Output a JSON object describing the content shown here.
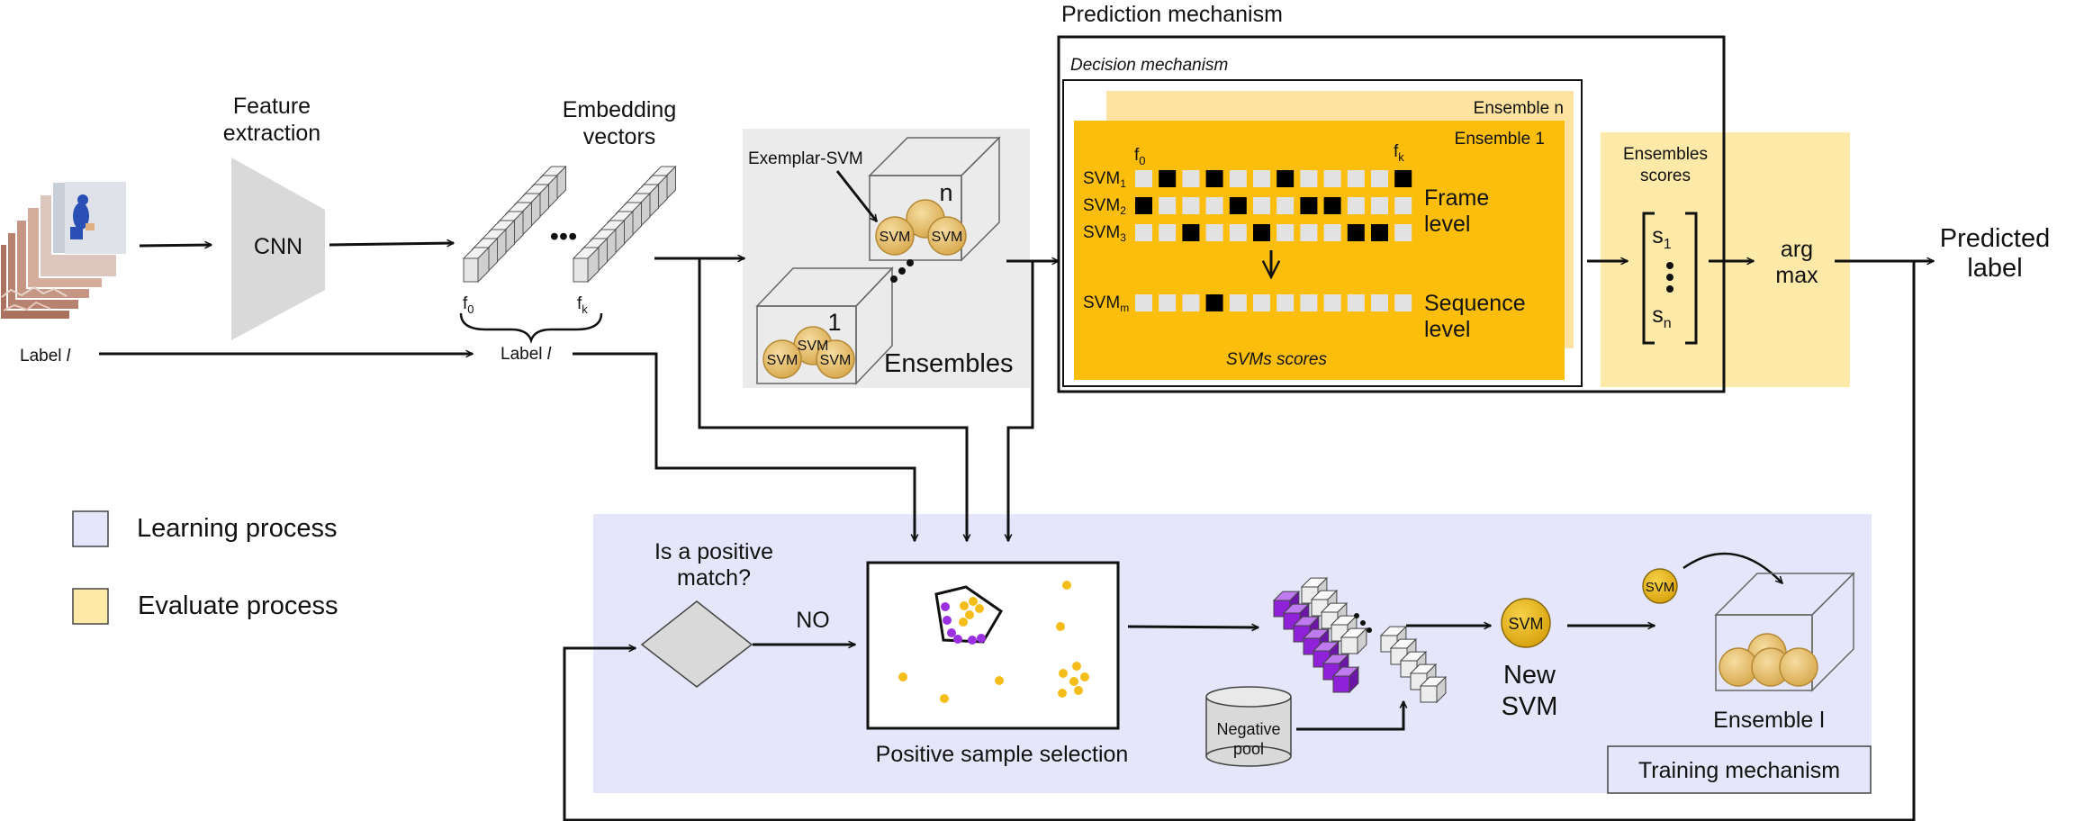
{
  "titles": {
    "prediction_mechanism": "Prediction mechanism",
    "decision_mechanism": "Decision mechanism",
    "training_mechanism": "Training mechanism"
  },
  "input": {
    "feature_extraction_line1": "Feature",
    "feature_extraction_line2": "extraction",
    "cnn": "CNN",
    "label_left": "Label ",
    "label_left_var": "l",
    "embedding_line1": "Embedding",
    "embedding_line2": "vectors",
    "f0": "f",
    "f0_sub": "0",
    "fk": "f",
    "fk_sub": "k",
    "label_mid": "Label ",
    "label_mid_var": "l",
    "ellipsis": "•••"
  },
  "ensembles": {
    "exemplar_svm": "Exemplar-SVM",
    "svm": "SVM",
    "index_n": "n",
    "index_1": "1",
    "label": "Ensembles"
  },
  "decision": {
    "ensemble_n": "Ensemble n",
    "ensemble_1": "Ensemble 1",
    "f0": "f",
    "f0_sub": "0",
    "fk": "f",
    "fk_sub": "k",
    "svm_rows": [
      {
        "label": "SVM",
        "sub": "1",
        "filled": [
          1,
          3,
          6,
          11
        ]
      },
      {
        "label": "SVM",
        "sub": "2",
        "filled": [
          0,
          4,
          7,
          8
        ]
      },
      {
        "label": "SVM",
        "sub": "3",
        "filled": [
          2,
          5,
          9,
          10
        ]
      }
    ],
    "svm_m": {
      "label": "SVM",
      "sub": "m",
      "filled": [
        3
      ]
    },
    "frame_level_line1": "Frame",
    "frame_level_line2": "level",
    "sequence_level_line1": "Sequence",
    "sequence_level_line2": "level",
    "svm_scores": "SVMs scores",
    "ensembles_scores_line1": "Ensembles",
    "ensembles_scores_line2": "scores",
    "s1": "s",
    "s1_sub": "1",
    "sn": "s",
    "sn_sub": "n",
    "arg_max_line1": "arg",
    "arg_max_line2": "max"
  },
  "output": {
    "predicted_line1": "Predicted",
    "predicted_line2": "label"
  },
  "legend": {
    "learning": "Learning process",
    "evaluate": "Evaluate process"
  },
  "training": {
    "positive_match_line1": "Is a positive",
    "positive_match_line2": "match?",
    "no": "NO",
    "positive_sample_selection": "Positive sample selection",
    "negative_line1": "Negative",
    "negative_line2": "pool",
    "svm": "SVM",
    "new_svm_line1": "New",
    "new_svm_line2": "SVM",
    "ensemble_l": "Ensemble l"
  },
  "colors": {
    "learning_bg": "#e6e6fa",
    "evaluate_bg": "#fde9a8",
    "decision_orange": "#fcbe0c",
    "ensemble_n_bg": "#fde39f",
    "gold": "#e6b94a",
    "purple": "#9b30e0",
    "gray_panel": "#ebebeb"
  }
}
